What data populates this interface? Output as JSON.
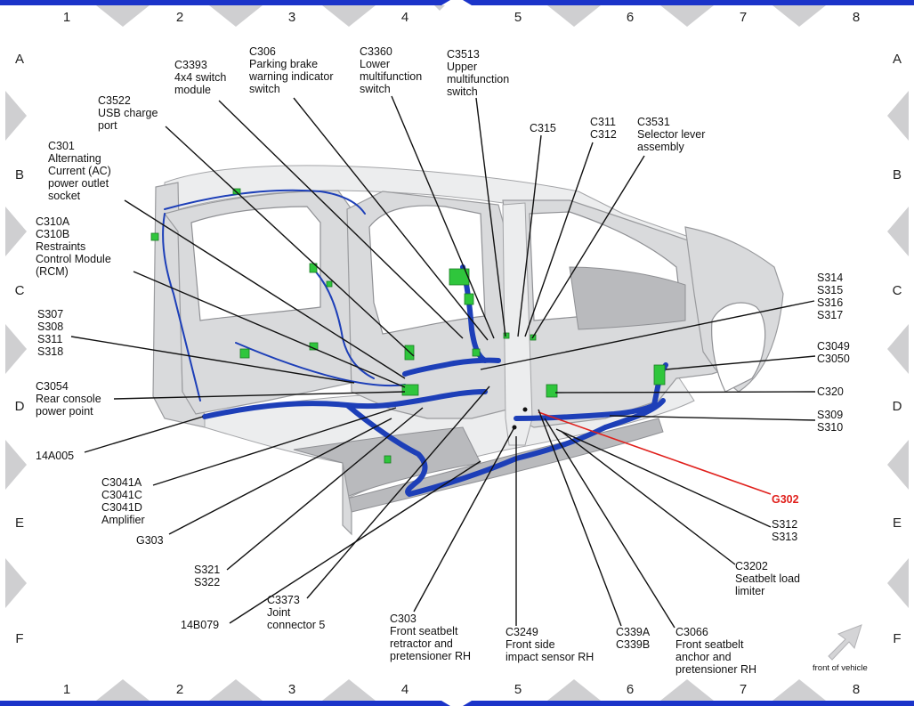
{
  "grid": {
    "columns": [
      "1",
      "2",
      "3",
      "4",
      "5",
      "6",
      "7",
      "8"
    ],
    "rows": [
      "A",
      "B",
      "C",
      "D",
      "E",
      "F"
    ]
  },
  "callouts": [
    {
      "id": "c3393",
      "lines": [
        "C3393",
        "4x4 switch",
        "module"
      ]
    },
    {
      "id": "c306",
      "lines": [
        "C306",
        "Parking brake",
        "warning indicator",
        "switch"
      ]
    },
    {
      "id": "c3360",
      "lines": [
        "C3360",
        "Lower",
        "multifunction",
        "switch"
      ]
    },
    {
      "id": "c3513",
      "lines": [
        "C3513",
        "Upper",
        "multifunction",
        "switch"
      ]
    },
    {
      "id": "c3522",
      "lines": [
        "C3522",
        "USB charge",
        "port"
      ]
    },
    {
      "id": "c315",
      "lines": [
        "C315"
      ]
    },
    {
      "id": "c311",
      "lines": [
        "C311",
        "C312"
      ]
    },
    {
      "id": "c3531",
      "lines": [
        "C3531",
        "Selector lever",
        "assembly"
      ]
    },
    {
      "id": "c301",
      "lines": [
        "C301",
        "Alternating",
        "Current (AC)",
        "power outlet",
        "socket"
      ]
    },
    {
      "id": "c310",
      "lines": [
        "C310A",
        "C310B",
        "Restraints",
        "Control Module",
        "(RCM)"
      ]
    },
    {
      "id": "s314",
      "lines": [
        "S314",
        "S315",
        "S316",
        "S317"
      ]
    },
    {
      "id": "s307",
      "lines": [
        "S307",
        "S308",
        "S311",
        "S318"
      ]
    },
    {
      "id": "c3049",
      "lines": [
        "C3049",
        "C3050"
      ]
    },
    {
      "id": "c3054",
      "lines": [
        "C3054",
        "Rear console",
        "power point"
      ]
    },
    {
      "id": "c320",
      "lines": [
        "C320"
      ]
    },
    {
      "id": "s309",
      "lines": [
        "S309",
        "S310"
      ]
    },
    {
      "id": "a14a005",
      "lines": [
        "14A005"
      ]
    },
    {
      "id": "c3041",
      "lines": [
        "C3041A",
        "C3041C",
        "C3041D",
        "Amplifier"
      ]
    },
    {
      "id": "g302",
      "lines": [
        "G302"
      ]
    },
    {
      "id": "g303",
      "lines": [
        "G303"
      ]
    },
    {
      "id": "s312",
      "lines": [
        "S312",
        "S313"
      ]
    },
    {
      "id": "s321",
      "lines": [
        "S321",
        "S322"
      ]
    },
    {
      "id": "c3202",
      "lines": [
        "C3202",
        "Seatbelt load",
        "limiter"
      ]
    },
    {
      "id": "c3373",
      "lines": [
        "C3373",
        "Joint",
        "connector 5"
      ]
    },
    {
      "id": "a14b079",
      "lines": [
        "14B079"
      ]
    },
    {
      "id": "c303",
      "lines": [
        "C303",
        "Front seatbelt",
        "retractor and",
        "pretensioner RH"
      ]
    },
    {
      "id": "c3249",
      "lines": [
        "C3249",
        "Front side",
        "impact sensor RH"
      ]
    },
    {
      "id": "c339",
      "lines": [
        "C339A",
        "C339B"
      ]
    },
    {
      "id": "c3066",
      "lines": [
        "C3066",
        "Front seatbelt",
        "anchor and",
        "pretensioner RH"
      ]
    }
  ],
  "front_indicator": "front of vehicle",
  "colors": {
    "frame": "#1b34c9",
    "harness": "#1d3fb8",
    "connector": "#2fc63c",
    "highlight": "#e0201c"
  }
}
